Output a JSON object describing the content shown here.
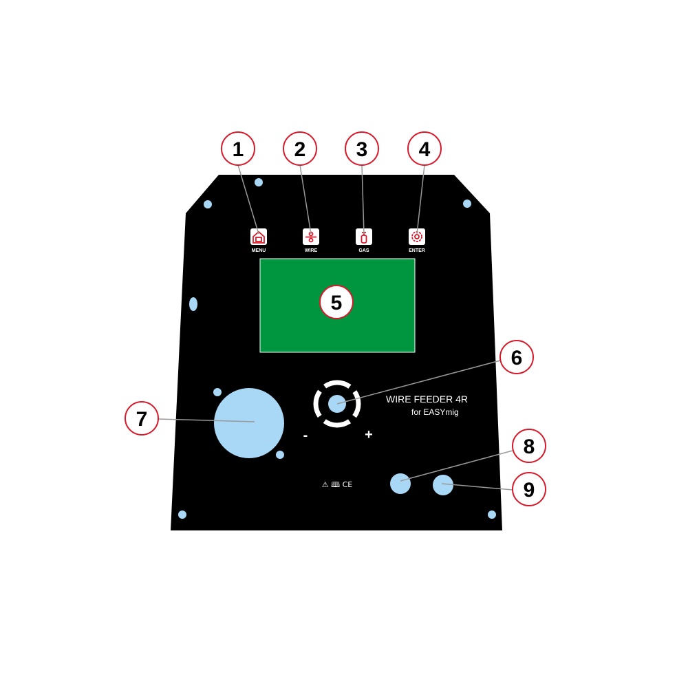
{
  "colors": {
    "panel": "#000000",
    "hole": "#a8d8f5",
    "screen": "#00963f",
    "accent_red": "#d7192a",
    "callout_fill": "#ffffff",
    "label_text": "#ffffff"
  },
  "buttons": [
    {
      "label": "MENU",
      "icon": "home-icon"
    },
    {
      "label": "WIRE",
      "icon": "wire-spool-icon"
    },
    {
      "label": "GAS",
      "icon": "gas-cylinder-icon"
    },
    {
      "label": "ENTER",
      "icon": "gear-icon"
    }
  ],
  "brand": {
    "line1": "WIRE FEEDER 4R",
    "line2": "for  EASYmig"
  },
  "encoder": {
    "minus": "-",
    "plus": "+"
  },
  "marks": {
    "text": "⚠ 🕮 CE"
  },
  "callouts": [
    "1",
    "2",
    "3",
    "4",
    "5",
    "6",
    "7",
    "8",
    "9"
  ]
}
